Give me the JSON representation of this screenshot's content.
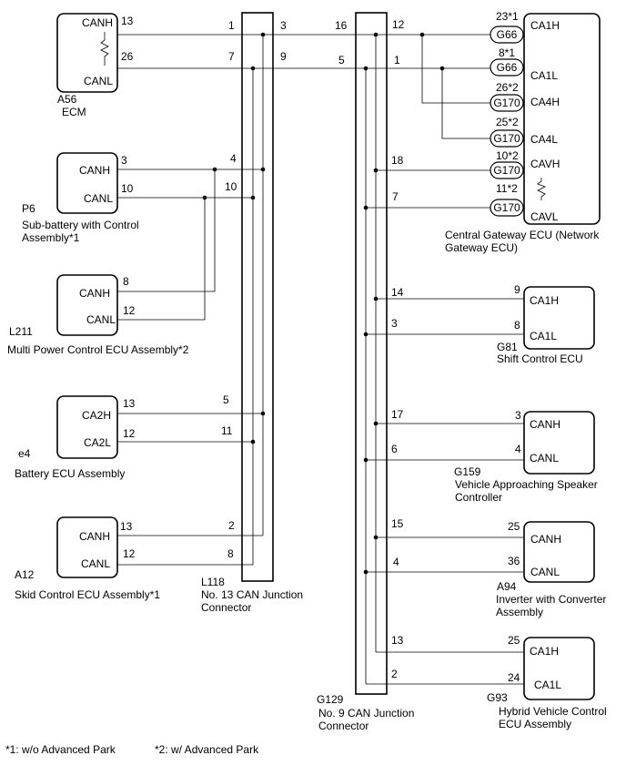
{
  "ecus": {
    "ecm": {
      "code": "A56",
      "name": "ECM",
      "pin_h": "CANH",
      "pin_l": "CANL",
      "num_h": "13",
      "num_l": "26"
    },
    "subbat": {
      "code": "P6",
      "name1": "Sub-battery with Control",
      "name2": "Assembly*1",
      "pin_h": "CANH",
      "pin_l": "CANL",
      "num_h": "3",
      "num_l": "10"
    },
    "multipower": {
      "code": "L211",
      "name": "Multi Power Control ECU Assembly*2",
      "pin_h": "CANH",
      "pin_l": "CANL",
      "num_h": "8",
      "num_l": "12"
    },
    "battery": {
      "code": "e4",
      "name": "Battery ECU Assembly",
      "pin_h": "CA2H",
      "pin_l": "CA2L",
      "num_h": "13",
      "num_l": "12"
    },
    "skid": {
      "code": "A12",
      "name": "Skid Control ECU Assembly*1",
      "pin_h": "CANH",
      "pin_l": "CANL",
      "num_h": "13",
      "num_l": "12"
    },
    "gateway": {
      "code": "",
      "name1": "Central Gateway ECU (Network",
      "name2": "Gateway ECU)",
      "pins": [
        "CA1H",
        "CA1L",
        "CA4H",
        "CA4L",
        "CAVH",
        "CAVL"
      ],
      "conns": [
        "G66",
        "G66",
        "G170",
        "G170",
        "G170",
        "G170"
      ],
      "nums": [
        "23*1",
        "8*1",
        "26*2",
        "25*2",
        "10*2",
        "11*2"
      ]
    },
    "shift": {
      "code": "G81",
      "name": "Shift Control ECU",
      "pin_h": "CA1H",
      "pin_l": "CA1L",
      "num_h": "9",
      "num_l": "8"
    },
    "speaker": {
      "code": "G159",
      "name1": "Vehicle Approaching Speaker",
      "name2": "Controller",
      "pin_h": "CANH",
      "pin_l": "CANL",
      "num_h": "3",
      "num_l": "4"
    },
    "inverter": {
      "code": "A94",
      "name1": "Inverter with Converter",
      "name2": "Assembly",
      "pin_h": "CANH",
      "pin_l": "CANL",
      "num_h": "25",
      "num_l": "36"
    },
    "hybrid": {
      "code": "G93",
      "name1": "Hybrid Vehicle Control",
      "name2": "ECU Assembly",
      "pin_h": "CA1H",
      "pin_l": "CA1L",
      "num_h": "25",
      "num_l": "24"
    }
  },
  "junctions": {
    "j13": {
      "code": "L118",
      "name1": "No. 13 CAN Junction",
      "name2": "Connector",
      "left_pins": [
        "1",
        "7",
        "4",
        "10",
        "5",
        "11",
        "2",
        "8"
      ],
      "right_pins": [
        "3",
        "9"
      ]
    },
    "j9": {
      "code": "G129",
      "name1": "No. 9 CAN Junction",
      "name2": "Connector",
      "left_pins": [
        "16",
        "5"
      ],
      "right_pins": [
        "12",
        "1",
        "18",
        "7",
        "14",
        "3",
        "17",
        "6",
        "15",
        "4",
        "13",
        "2"
      ]
    }
  },
  "footnotes": {
    "n1": "*1: w/o Advanced Park",
    "n2": "*2: w/ Advanced Park"
  }
}
